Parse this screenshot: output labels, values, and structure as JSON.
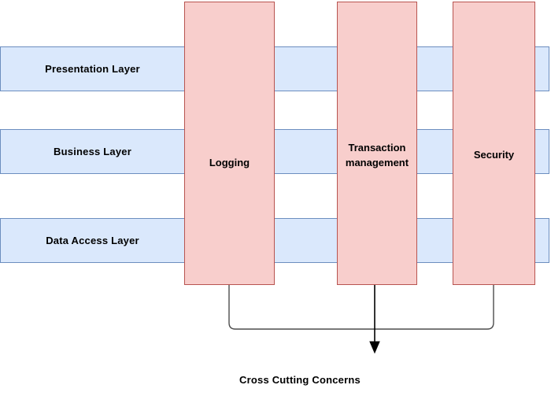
{
  "diagram": {
    "title": "Cross Cutting Concerns layered architecture diagram",
    "layers": [
      {
        "id": "presentation",
        "label": "Presentation Layer"
      },
      {
        "id": "business",
        "label": "Business Layer"
      },
      {
        "id": "data-access",
        "label": "Data Access Layer"
      }
    ],
    "concerns": [
      {
        "id": "logging",
        "label": "Logging"
      },
      {
        "id": "transaction-management",
        "label": "Transaction\nmanagement"
      },
      {
        "id": "security",
        "label": "Security"
      }
    ],
    "caption": "Cross Cutting Concerns",
    "colors": {
      "layer_fill": "#dae8fc",
      "layer_stroke": "#6c8ebf",
      "concern_fill": "#f8cecc",
      "concern_stroke": "#b85450",
      "connector_stroke": "#4d4d4d",
      "arrow_fill": "#000000",
      "text": "#000000",
      "background": "#ffffff"
    }
  }
}
